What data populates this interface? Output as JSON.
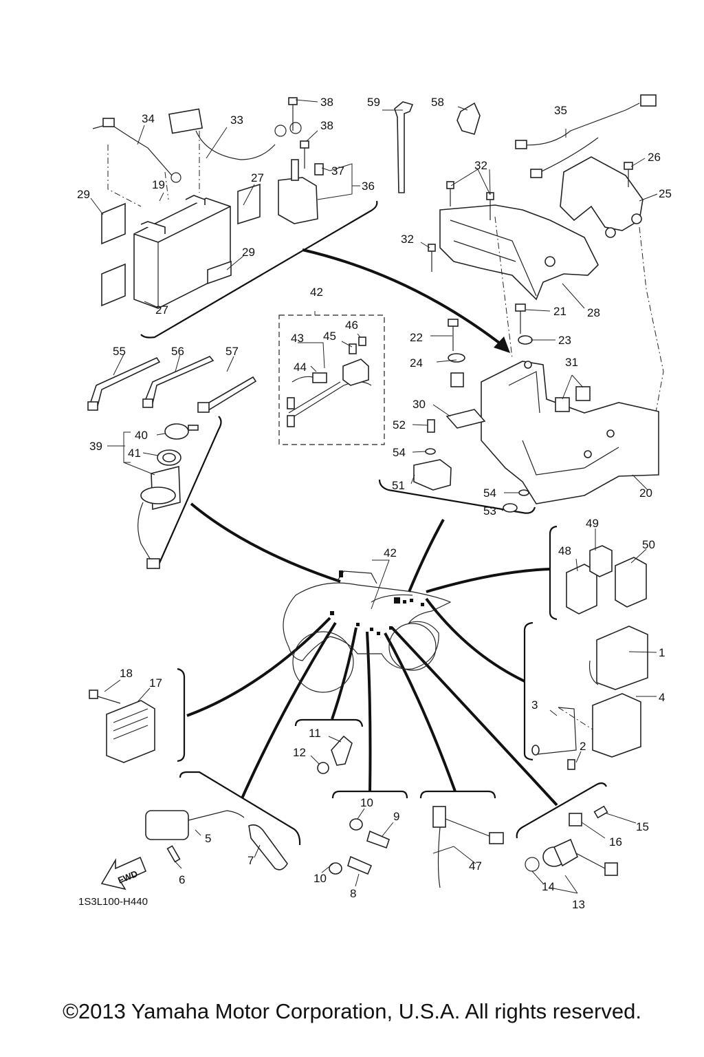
{
  "drawing_code": "1S3L100-H440",
  "copyright": "©2013 Yamaha Motor Corporation, U.S.A. All rights reserved.",
  "fwd_label": "FWD",
  "callouts": {
    "c1": "1",
    "c2": "2",
    "c3": "3",
    "c4": "4",
    "c5": "5",
    "c6": "6",
    "c7": "7",
    "c8": "8",
    "c9": "9",
    "c10a": "10",
    "c10b": "10",
    "c11": "11",
    "c12": "12",
    "c13": "13",
    "c14": "14",
    "c15": "15",
    "c16": "16",
    "c17": "17",
    "c18": "18",
    "c19": "19",
    "c20": "20",
    "c21": "21",
    "c22": "22",
    "c23": "23",
    "c24": "24",
    "c25": "25",
    "c26": "26",
    "c27a": "27",
    "c27b": "27",
    "c28": "28",
    "c29a": "29",
    "c29b": "29",
    "c30": "30",
    "c31": "31",
    "c32a": "32",
    "c32b": "32",
    "c33": "33",
    "c34": "34",
    "c35": "35",
    "c36": "36",
    "c37": "37",
    "c38a": "38",
    "c38b": "38",
    "c39": "39",
    "c40": "40",
    "c41": "41",
    "c42a": "42",
    "c42b": "42",
    "c43": "43",
    "c44": "44",
    "c45": "45",
    "c46": "46",
    "c47": "47",
    "c48": "48",
    "c49": "49",
    "c50": "50",
    "c51": "51",
    "c52": "52",
    "c53": "53",
    "c54a": "54",
    "c54b": "54",
    "c55": "55",
    "c56": "56",
    "c57": "57",
    "c58": "58",
    "c59": "59"
  }
}
